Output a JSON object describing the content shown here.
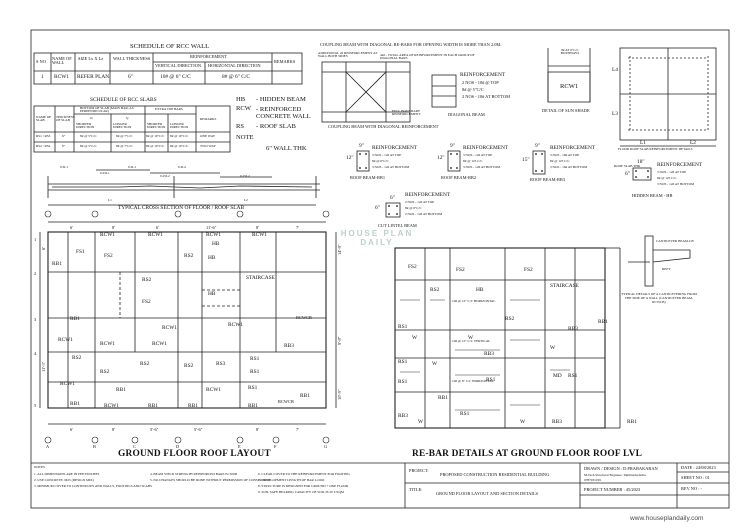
{
  "rcc_wall": {
    "title": "SCHEDULE OF RCC WALL",
    "headers": {
      "sno": "S NO",
      "name": "NAME OF WALL",
      "size": "SIZE Lx X Lz",
      "thickness": "WALL THICKNESS",
      "reinforcement": "REINFORCEMENT",
      "vertical": "VERTICAL  DIRECTION",
      "horizontal": "HORIZONTAL  DIRECTION",
      "remarks": "REMARKS"
    },
    "row": {
      "sno": "1",
      "name": "RCW1",
      "size": "REFER PLAN",
      "thickness": "6\"",
      "vertical": "10# @ 6\" C/C",
      "horizontal": "8# @ 6\" C/C"
    }
  },
  "rcc_slabs": {
    "title": "SCHEDULE OF RCC SLABS",
    "headers": {
      "name": "NAME OF SLAB",
      "thick": "THICKNESS OF SLAB",
      "bottom": "BOTTOM OF SLAB (MAIN BAR, AS PERPENDICULAR)",
      "top": "EXTRA TOP BARS",
      "short1": "SHORTER DIRECTION",
      "long1": "LONGER DIRECTION",
      "short2": "SHORTER DIRECTION",
      "long2": "LONGER DIRECTION",
      "remarks": "REMARKS",
      "lx": "lx",
      "ly": "ly"
    },
    "rows": [
      {
        "name": "RS1 / RS3",
        "thick": "6\"",
        "a": "8# @ 5\"C/C",
        "b": "8# @ 7\"C/C",
        "c": "8# @ 10\"C/C",
        "d": "8# @ 10\"C/C",
        "rem": "ONE WAY"
      },
      {
        "name": "RS2 / RS4",
        "thick": "6\"",
        "a": "8# @ 5\"C/C",
        "b": "8# @ 7\"C/C",
        "c": "8# @ 10\"C/C",
        "d": "8# @ 10\"C/C",
        "rem": "TWO WAY"
      }
    ]
  },
  "legend": {
    "hb": "HB",
    "hb_t": "- HIDDEN BEAM",
    "rcw": "RCW",
    "rcw_t": "- REINFORCED CONCRETE WALL",
    "rs": "RS",
    "rs_t": "- ROOF SLAB",
    "note": "NOTE",
    "wall_thk": "6\" WALL THK"
  },
  "coupling": {
    "title": "COUPLING BEAM WITH DIAGONAL RE-BARS FOR OPENING WIDTH IS MORE THAN 2.0M.",
    "caption": "COUPLING BEAM WITH DIAGONAL REINFORCEMENT",
    "diag": "DIAGONAL BEAM",
    "reinf": "REINFORCEMENT",
    "lines": [
      "2 NOS - 10# @ TOP",
      "8# @ 5\"C/C",
      "2 NOS - 10# AT BOTTOM"
    ],
    "notes": [
      "ADDITIONAL 2# REINFORCEMENT AT WALL BOTH SIDES",
      "4#d - TOTAL AREA OF REINFORCEMENT IN EACH GROUP OF DIAGONAL BARS",
      "FULL BOUNDARY REINFORCEMENT"
    ]
  },
  "sunshade": {
    "label": "RCW1",
    "top": "8# AT 6\"C/C BOTHWAYS",
    "caption": "DETAIL OF SUN SHADE"
  },
  "floor_roof_slab": {
    "caption": "FLOOR ROOF SLAB REINFORCEMENT DETAILS",
    "l1": "L1",
    "l2": "L2",
    "l3": "L3",
    "l4": "L4"
  },
  "cross_section": {
    "caption": "TYPICAL CROSS SECTION OF FLOOR / ROOF SLAB",
    "dims": [
      "0.3L1",
      "0.3L1",
      "0.3L2",
      "0.25L1",
      "0.25L2",
      "0.25L2"
    ],
    "spans": [
      "L1",
      "L2"
    ]
  },
  "roof_beams": [
    {
      "name": "ROOF BEAM-RB1",
      "size": "12\"",
      "w": "9\"",
      "lines": [
        "3 NOS - 12# AT TOP",
        "8# @ 6\"C/C",
        "3 NOS - 12# AT BOTTOM"
      ]
    },
    {
      "name": "ROOF BEAM-RB2",
      "size": "12\"",
      "w": "9\"",
      "lines": [
        "3 NOS - 12# AT TOP",
        "8# @ 125 C/C",
        "3 NOS - 12# AT BOTTOM"
      ]
    },
    {
      "name": "ROOF BEAM-RB3",
      "size": "15\"",
      "w": "9\"",
      "lines": [
        "3 NOS - 16# AT TOP",
        "8# @ 125 C/C",
        "3 NOS - 16# AT BOTTOM"
      ]
    }
  ],
  "hidden_beam": {
    "name": "HIDDEN BEAM - HB",
    "size": "6\"",
    "w": "18\"",
    "lines": [
      "3 NOS - 12# AT TOP",
      "8# @ 125 C/C",
      "3 NOS - 12# AT BOTTOM"
    ],
    "label": "ROOF SLAB THK"
  },
  "reinforcement_label": "REINFORCEMENT",
  "lintel": {
    "name": "CUT  LINTEL BEAM",
    "size": "6\"",
    "w": "6\"",
    "lines": [
      "2 NOS - 12# AT TOP",
      "8# @ 6\"C/C",
      "2 NOS - 12# AT BOTTOM"
    ]
  },
  "cantilever": {
    "caption": "TYPICAL DETAILS OF A CANTILEVERING FROM THE SIDE OF A WALL (CANTILEVER BEAM- RCWCB)",
    "label": "CANTILEVER BEAM-CB",
    "reft": "REFT"
  },
  "layout": {
    "caption": "GROUND FLOOR ROOF LAYOUT",
    "top_dims": [
      "6'",
      "8'",
      "6'",
      "11'-6\"",
      "8'",
      "7'"
    ],
    "bottom_dims": [
      "6'",
      "8'",
      "5'-6\"",
      "5'-6\"",
      "8'",
      "7'"
    ],
    "side_dims": [
      "14'-9\"",
      "11'-3\"",
      "6'",
      "9'-8\"",
      "10'-9\""
    ],
    "grid_cols": [
      "A",
      "B",
      "C",
      "D",
      "E",
      "F",
      "G"
    ],
    "grid_rows": [
      "1",
      "2",
      "3",
      "4",
      "5"
    ],
    "labels": [
      "RCW1",
      "RCW1",
      "RCW1",
      "RCW1",
      "RB1",
      "FS1",
      "FS2",
      "RS2",
      "HB",
      "STAIRCASE",
      "FS2",
      "HB",
      "RCW1",
      "RCW1",
      "RCWCB",
      "RB1",
      "RS2",
      "RS2",
      "RS2",
      "RS1",
      "RS3",
      "RB1",
      "RS1",
      "RB3",
      "RB1",
      "RB1",
      "RCW1",
      "RB1",
      "HB",
      "RS2",
      "RS2",
      "RCW1",
      "RCW1",
      "RS1",
      "RCW1",
      "RCW1",
      "RB1",
      "RCW1",
      "RB1",
      "RCWCB"
    ]
  },
  "rebar": {
    "caption": "RE-BAR DETAILS AT GROUND FLOOR ROOF LVL",
    "labels": [
      "FS2",
      "FS2",
      "RS2",
      "HB",
      "FS2",
      "STAIRCASE",
      "RS1",
      "RS2",
      "RB3",
      "RB1",
      "RS1",
      "RB3",
      "RS1",
      "RS1",
      "MD",
      "RS1",
      "RB1",
      "RS1",
      "RB3",
      "W",
      "W",
      "W",
      "W",
      "W",
      "W",
      "RB3",
      "RB1"
    ],
    "notes": [
      "10# @ 10\" C/C HORIZONTAL",
      "10# @ 10\" C/C VERTICAL",
      "10# @ 8\" C/C HORIZONTAL"
    ]
  },
  "notes": {
    "title": "NOTES",
    "items": [
      "1. ALL DIMENSIONS ARE IN FEET/INCHES",
      "2. USE CONCRETE: M25 (DESIGN MIX)",
      "3. MINIMUM COVER TO CONTINUOUS AND WALLS, FOOTINGS AND SLABS",
      "4. BEAM YIELD STRENGTH REINFORCED BARS Fe 500D",
      "5. NO CHANGES SHOULD BE DONE WITHOUT PERMISSION OF CONSULTANT",
      "6. CLEAR COVER TO THE REINFORCEMENT FOR FOOTING",
      "7. DEVELOPMENT LENGTH OF BAR Ld 60d",
      "8. STRUCTURE IS DESIGNED FOR GROUND + ONE FLOOR",
      "9. SOIL SAFE BEARING CAPACITY OF SOIL IS 20 T/SQM"
    ]
  },
  "project": {
    "proj_label": "PROJECT:",
    "proj": "PROPOSED CONSTRUCTION RESIDENTIAL BUILDING",
    "title_label": "TITLE:",
    "title": "GROUND FLOOR LAYOUT AND SECTION DETAILS",
    "drawn": "DRAWN / DESIGN :  D.PRABAKARAN",
    "eng": "M.Tech Structural Engineer, Tamilnadu,India.",
    "phone": "9787031199",
    "pno": "PROJECT NUMBER  : 45/2023",
    "date": "DATE : 24/08/2023",
    "sheet": "SHEET NO : 01",
    "rev": "REV NO  : -"
  },
  "watermark": {
    "line1": "HOUSE PLAN",
    "line2": "DAILY"
  },
  "footer_url": "www.houseplandaily.com"
}
